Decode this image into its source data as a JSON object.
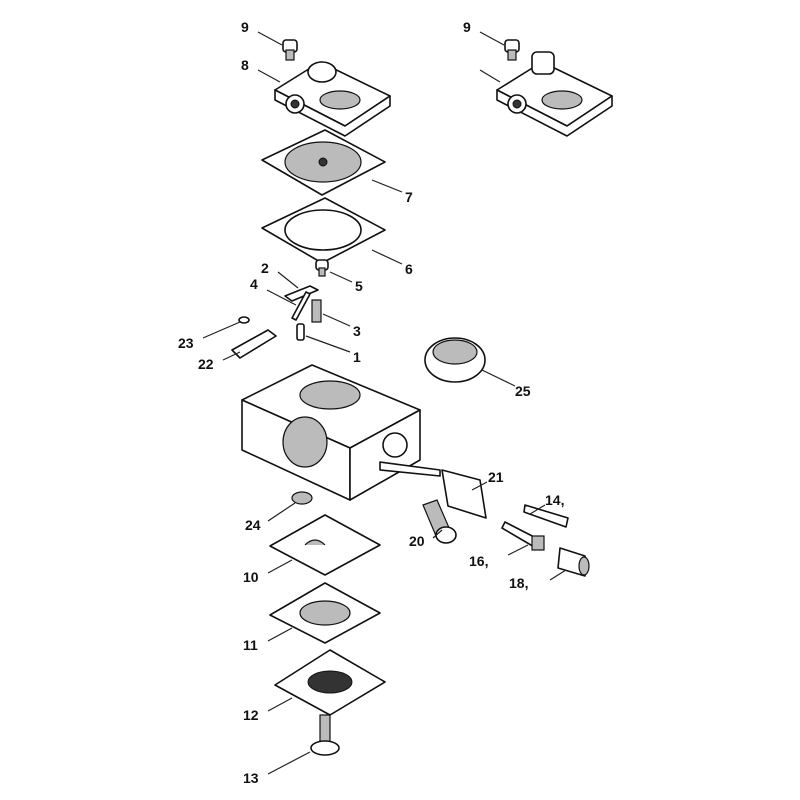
{
  "diagram": {
    "title": "Carburettor exploded parts diagram",
    "callouts": {
      "p1": "1",
      "p2": "2",
      "p3": "3",
      "p4": "4",
      "p5": "5",
      "p6": "6",
      "p7": "7",
      "p8": "8",
      "p9a": "9",
      "p9b": "9",
      "p10": "10",
      "p11": "11",
      "p12": "12",
      "p13": "13",
      "p14": "14,",
      "p16": "16,",
      "p18": "18,",
      "p20": "20",
      "p21": "21",
      "p22": "22",
      "p23": "23",
      "p24": "24",
      "p25": "25"
    }
  }
}
